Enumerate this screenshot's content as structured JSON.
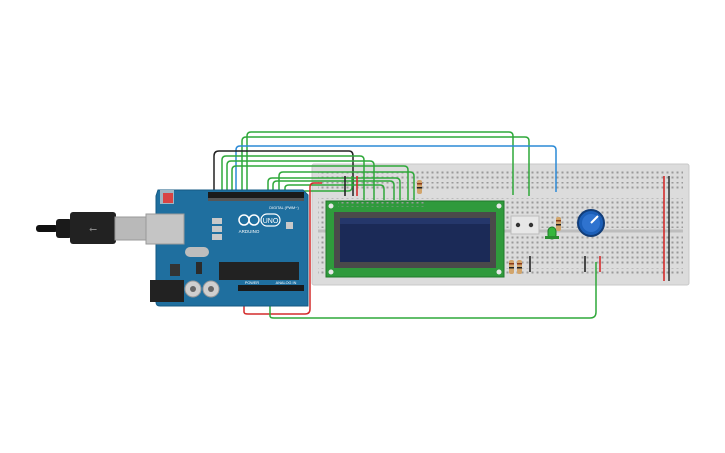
{
  "canvas": {
    "background": "#ffffff"
  },
  "arduino": {
    "logo_text": "ARDUINO",
    "model_text": "UNO",
    "digital_header": "DIGITAL (PWM~)",
    "power_header": "POWER",
    "analog_header": "ANALOG IN",
    "board_color": "#1f6f9f"
  },
  "lcd": {
    "board_color": "#2f9a3c",
    "screen_color": "#1b2a57"
  },
  "breadboard": {
    "color": "#dcdcdc"
  },
  "colors": {
    "wire_green": "#2fa83a",
    "wire_blue": "#2b8ad6",
    "wire_black": "#222222",
    "wire_red": "#d42b2b",
    "potentiometer": "#1c5fb8",
    "led": "#35b63c"
  }
}
